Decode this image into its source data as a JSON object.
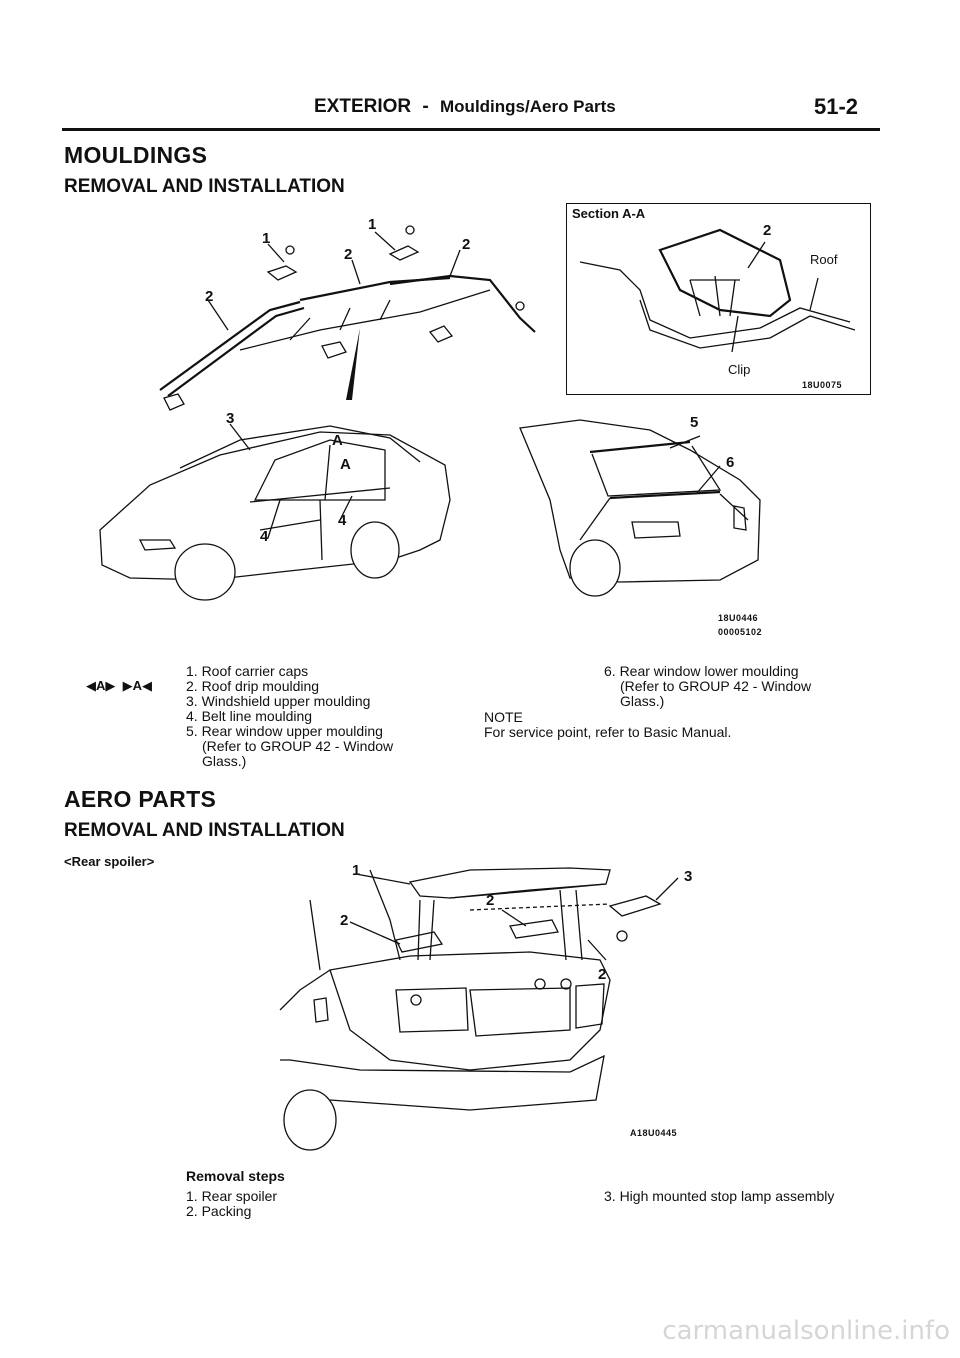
{
  "header": {
    "section": "EXTERIOR",
    "dash": "-",
    "subtitle": "Mouldings/Aero Parts",
    "page_number": "51-2"
  },
  "mouldings": {
    "title": "MOULDINGS",
    "subtitle": "REMOVAL AND INSTALLATION",
    "section_box": {
      "title": "Section A-A",
      "label_2": "2",
      "roof": "Roof",
      "clip": "Clip",
      "fig_code": "18U0075"
    },
    "callouts": {
      "n1": "1",
      "n2": "2",
      "n3": "3",
      "n4": "4",
      "n5": "5",
      "n6": "6",
      "a": "A"
    },
    "fig_codes": [
      "18U0446",
      "00005102"
    ],
    "service_marks": "◀A▶  ▶A◀",
    "items_left": [
      "1. Roof carrier caps",
      "2. Roof drip moulding",
      "3. Windshield upper moulding",
      "4. Belt line moulding",
      "5. Rear window upper moulding",
      "(Refer to GROUP 42 - Window",
      "Glass.)"
    ],
    "items_right": [
      "6. Rear window lower moulding",
      "(Refer to GROUP 42 - Window",
      "Glass.)"
    ],
    "note_label": "NOTE",
    "note_text": "For service point, refer to Basic Manual."
  },
  "aero": {
    "title": "AERO PARTS",
    "subtitle": "REMOVAL AND INSTALLATION",
    "part_label": "<Rear spoiler>",
    "callouts": {
      "n1": "1",
      "n2": "2",
      "n3": "3"
    },
    "fig_code": "A18U0445",
    "steps_title": "Removal steps",
    "steps_left": [
      "1. Rear spoiler",
      "2. Packing"
    ],
    "steps_right": [
      "3. High mounted stop lamp assembly"
    ]
  },
  "watermark": "carmanualsonline.info"
}
